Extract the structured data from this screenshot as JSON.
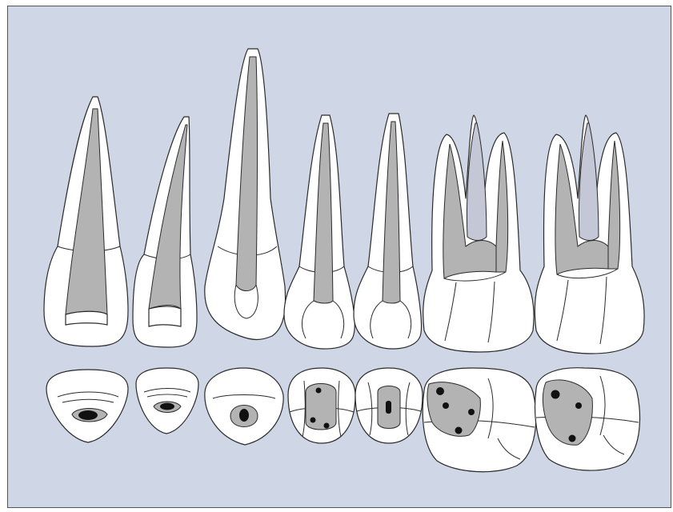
{
  "figure": {
    "colors": {
      "background": "#cfd6e6",
      "border": "#555555",
      "canal": "#b3b3b3",
      "canal_light": "#c4c8d6",
      "orifice": "#111111"
    },
    "teeth": [
      {
        "id": "central-incisor",
        "icon": "central-incisor-icon"
      },
      {
        "id": "lateral-incisor",
        "icon": "lateral-incisor-icon"
      },
      {
        "id": "canine",
        "icon": "canine-icon"
      },
      {
        "id": "first-premolar",
        "icon": "first-premolar-icon"
      },
      {
        "id": "second-premolar",
        "icon": "second-premolar-icon"
      },
      {
        "id": "first-molar",
        "icon": "first-molar-icon"
      },
      {
        "id": "second-molar",
        "icon": "second-molar-icon"
      }
    ]
  }
}
